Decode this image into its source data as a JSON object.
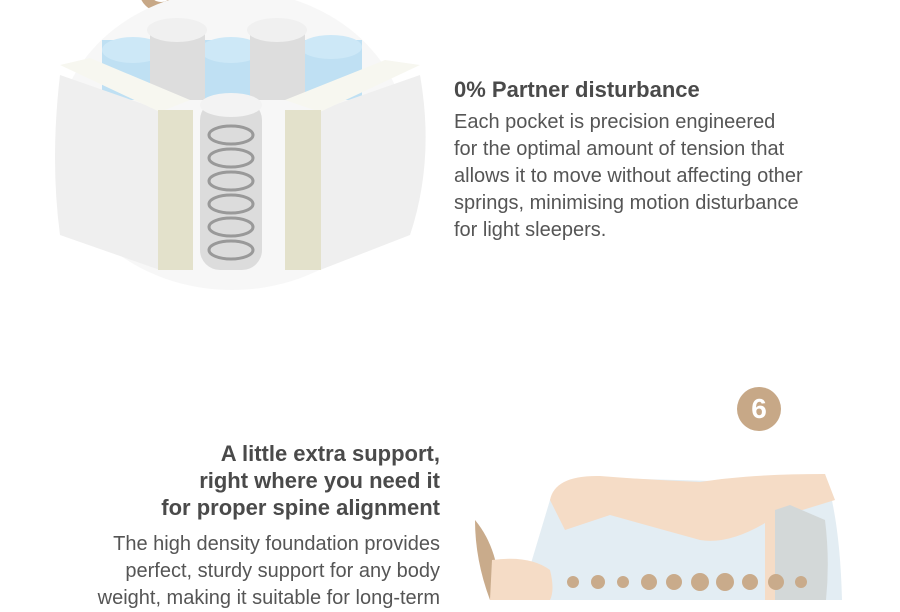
{
  "feature_partner": {
    "title": "0% Partner disturbance",
    "body_lines": [
      "Each pocket is precision engineered",
      "for the optimal amount of tension that",
      "allows it to move without affecting other",
      "springs, minimising motion disturbance",
      "for light sleepers."
    ]
  },
  "feature_support": {
    "badge": "6",
    "title_lines": [
      "A little extra support,",
      "right where you need it",
      "for proper spine alignment"
    ],
    "body_lines": [
      "The high density foundation provides",
      "perfect, sturdy support for any body",
      "weight, making it suitable for long-term"
    ]
  },
  "colors": {
    "accent": "#c7a887",
    "foam_blue": "#bfe0f3",
    "skin": "#f5dcc6",
    "shirt": "#e3edf3"
  }
}
